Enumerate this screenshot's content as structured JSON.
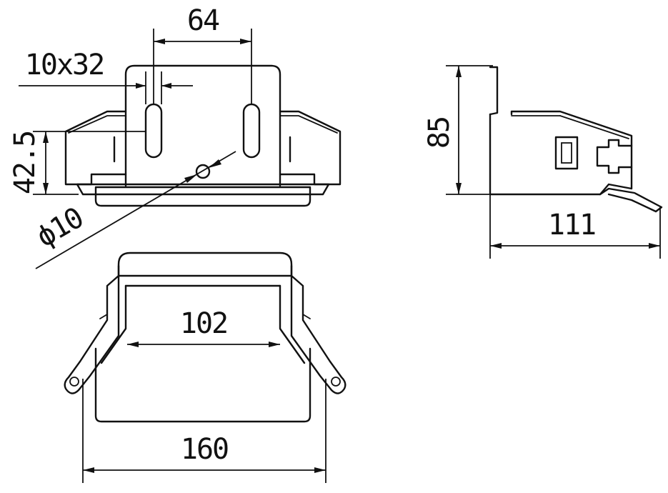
{
  "dimensions": {
    "top_width": "64",
    "slot_size": "10x32",
    "left_height": "42.5",
    "hole_diameter": "ϕ10",
    "inner_width": "102",
    "overall_width": "160",
    "side_height": "85",
    "side_depth": "111"
  }
}
